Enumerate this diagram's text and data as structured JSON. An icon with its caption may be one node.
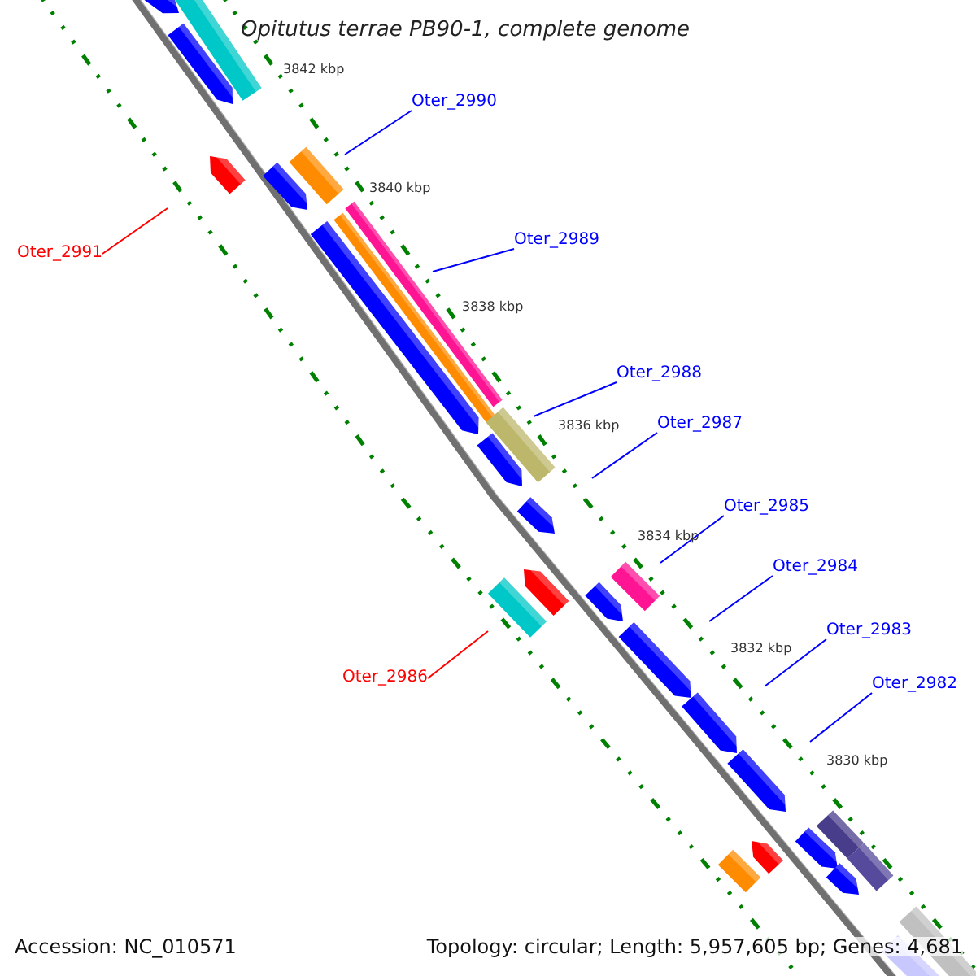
{
  "diagram": {
    "title": "Opitutus terrae PB90-1, complete genome",
    "nodes": [
      {
        "text": [
          "Oter_2990"
        ]
      },
      {
        "text": [
          "Oter_2989"
        ]
      },
      {
        "text": [
          "Oter_2991"
        ]
      },
      {
        "text": [
          "Oter_2988"
        ]
      },
      {
        "text": [
          "Oter_2987"
        ]
      },
      {
        "text": [
          "Oter_2985"
        ]
      },
      {
        "text": [
          "Oter_2984"
        ]
      },
      {
        "text": [
          "Oter_2983"
        ]
      },
      {
        "text": [
          "Oter_2986"
        ]
      },
      {
        "text": [
          "Oter_2982"
        ]
      }
    ],
    "edges": [
      {
        "from": 0,
        "to": null,
        "arrow": "none"
      },
      {
        "from": 1,
        "to": null,
        "arrow": "none"
      },
      {
        "from": 2,
        "to": null,
        "arrow": "none",
        "color": "#ff0000"
      },
      {
        "from": 3,
        "to": null,
        "arrow": "none"
      },
      {
        "from": 4,
        "to": null,
        "arrow": "none"
      },
      {
        "from": 5,
        "to": null,
        "arrow": "none"
      },
      {
        "from": 6,
        "to": null,
        "arrow": "none"
      },
      {
        "from": 7,
        "to": null,
        "arrow": "none"
      },
      {
        "from": 8,
        "to": null,
        "arrow": "none",
        "color": "#ff0000"
      },
      {
        "from": 9,
        "to": null,
        "arrow": "none"
      }
    ],
    "labels": [
      "3842 kbp",
      "3840 kbp",
      "3838 kbp",
      "3836 kbp",
      "3834 kbp",
      "3832 kbp",
      "3830 kbp",
      "Accession: NC_010571",
      "Topology: circular; Length: 5,957,605 bp; Genes: 4,681"
    ]
  }
}
